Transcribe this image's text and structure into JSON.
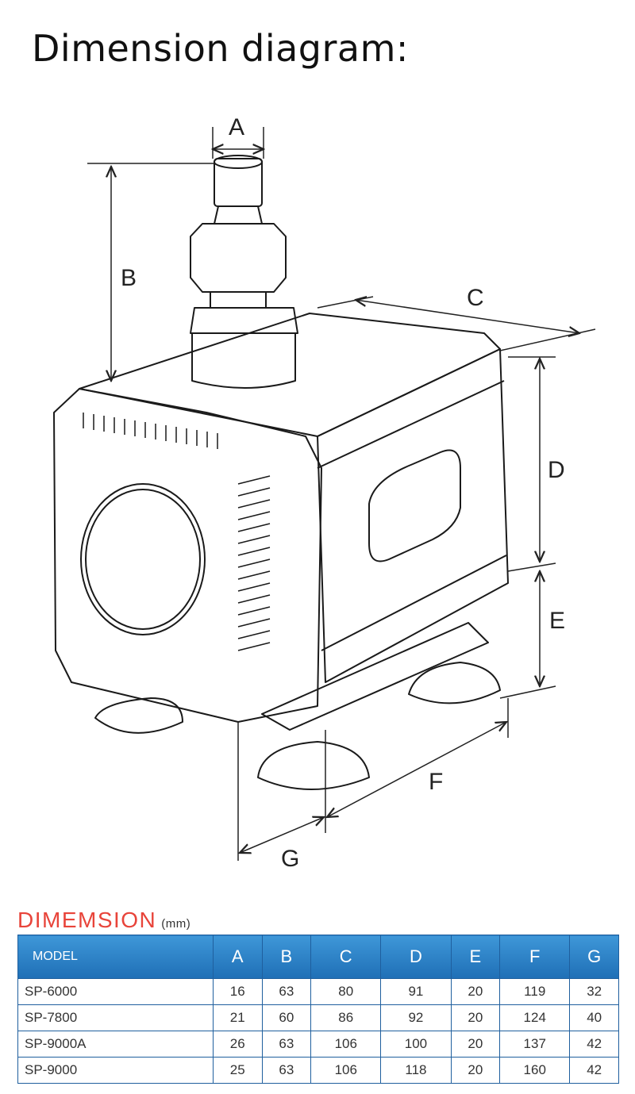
{
  "title": "Dimension diagram:",
  "diagram": {
    "labels": {
      "A": "A",
      "B": "B",
      "C": "C",
      "D": "D",
      "E": "E",
      "F": "F",
      "G": "G"
    }
  },
  "table": {
    "heading": "DIMEMSION",
    "unit": "(mm)",
    "columns": [
      "MODEL",
      "A",
      "B",
      "C",
      "D",
      "E",
      "F",
      "G"
    ],
    "rows": [
      [
        "SP-6000",
        "16",
        "63",
        "80",
        "91",
        "20",
        "119",
        "32"
      ],
      [
        "SP-7800",
        "21",
        "60",
        "86",
        "92",
        "20",
        "124",
        "40"
      ],
      [
        "SP-9000A",
        "26",
        "63",
        "106",
        "100",
        "20",
        "137",
        "42"
      ],
      [
        "SP-9000",
        "25",
        "63",
        "106",
        "118",
        "20",
        "160",
        "42"
      ]
    ]
  },
  "colors": {
    "heading": "#e8443a",
    "header_bg": "#2a82c8",
    "border": "#1f5f9e"
  }
}
